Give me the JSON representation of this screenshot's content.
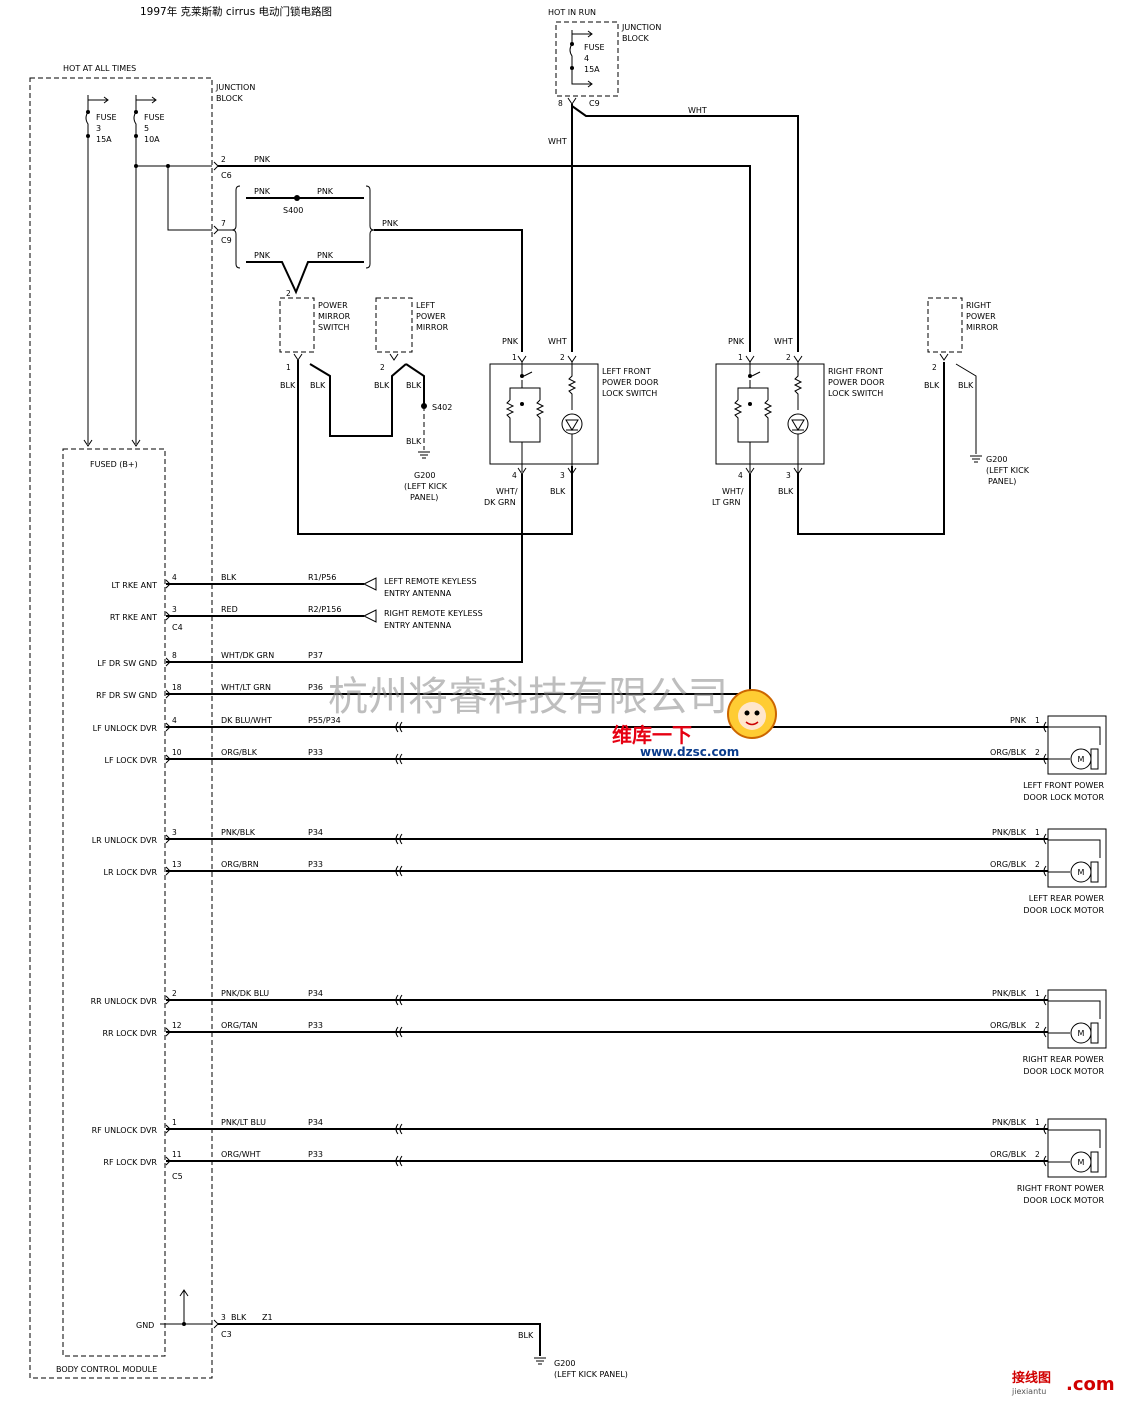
{
  "title": "1997年 克莱斯勒 cirrus 电动门锁电路图",
  "watermark": "杭州将睿科技有限公司",
  "logo": {
    "brand": "维库一下",
    "url": "www.dzsc.com",
    "corner_brand": "接线图",
    "corner_url": "jiexiantu",
    "corner_tld": ".com"
  },
  "power": {
    "hot_at_all_times": "HOT AT ALL TIMES",
    "hot_in_run": "HOT IN RUN",
    "junction_block": [
      "JUNCTION",
      "BLOCK"
    ],
    "fuse3": [
      "FUSE",
      "3",
      "15A"
    ],
    "fuse5": [
      "FUSE",
      "5",
      "10A"
    ],
    "fuse4": [
      "FUSE",
      "4",
      "15A"
    ],
    "pin_8": "8",
    "c9": "C9"
  },
  "wires": {
    "wht": "WHT",
    "pnk": "PNK",
    "blk": "BLK",
    "s400": "S400",
    "s402": "S402",
    "c6": "C6",
    "c9": "C9",
    "pin2": "2",
    "pin7": "7"
  },
  "components": {
    "power_mirror_switch": [
      "POWER",
      "MIRROR",
      "SWITCH"
    ],
    "left_power_mirror": [
      "LEFT",
      "POWER",
      "MIRROR"
    ],
    "right_power_mirror": [
      "RIGHT",
      "POWER",
      "MIRROR"
    ],
    "left_front_switch": [
      "LEFT FRONT",
      "POWER DOOR",
      "LOCK SWITCH"
    ],
    "right_front_switch": [
      "RIGHT FRONT",
      "POWER DOOR",
      "LOCK SWITCH"
    ],
    "g200": "G200",
    "g200_left_kick": [
      "(LEFT KICK",
      "PANEL)"
    ],
    "g200_bottom": [
      "G200",
      "(LEFT KICK PANEL)"
    ],
    "wht_dk_grn": [
      "WHT/",
      "DK GRN"
    ],
    "wht_lt_grn": [
      "WHT/",
      "LT GRN"
    ]
  },
  "bcm": {
    "fused": "FUSED (B+)",
    "name": "BODY CONTROL MODULE",
    "c4": "C4",
    "c5": "C5",
    "c3": "C3",
    "gnd_pin": "3",
    "gnd_color": "BLK",
    "gnd_circuit": "Z1",
    "gnd_label": "GND",
    "gnd_wire": "BLK"
  },
  "circuits": [
    {
      "label": "LT RKE ANT",
      "pin": "4",
      "color": "BLK",
      "circuit": "R1/P56",
      "target": [
        "LEFT REMOTE KEYLESS",
        "ENTRY ANTENNA"
      ]
    },
    {
      "label": "RT RKE ANT",
      "pin": "3",
      "color": "RED",
      "circuit": "R2/P156",
      "target": [
        "RIGHT REMOTE KEYLESS",
        "ENTRY ANTENNA"
      ]
    },
    {
      "label": "LF DR SW GND",
      "pin": "8",
      "color": "WHT/DK GRN",
      "circuit": "P37"
    },
    {
      "label": "RF DR SW GND",
      "pin": "18",
      "color": "WHT/LT GRN",
      "circuit": "P36"
    },
    {
      "label": "LF UNLOCK DVR",
      "pin": "4",
      "color": "DK BLU/WHT",
      "circuit": "P55/P34",
      "motor_color": "PNK",
      "motor_pin": "1"
    },
    {
      "label": "LF LOCK DVR",
      "pin": "10",
      "color": "ORG/BLK",
      "circuit": "P33",
      "motor_color": "ORG/BLK",
      "motor_pin": "2"
    },
    {
      "label": "LR UNLOCK DVR",
      "pin": "3",
      "color": "PNK/BLK",
      "circuit": "P34",
      "motor_color": "PNK/BLK",
      "motor_pin": "1"
    },
    {
      "label": "LR LOCK DVR",
      "pin": "13",
      "color": "ORG/BRN",
      "circuit": "P33",
      "motor_color": "ORG/BLK",
      "motor_pin": "2"
    },
    {
      "label": "RR UNLOCK DVR",
      "pin": "2",
      "color": "PNK/DK BLU",
      "circuit": "P34",
      "motor_color": "PNK/BLK",
      "motor_pin": "1"
    },
    {
      "label": "RR LOCK DVR",
      "pin": "12",
      "color": "ORG/TAN",
      "circuit": "P33",
      "motor_color": "ORG/BLK",
      "motor_pin": "2"
    },
    {
      "label": "RF UNLOCK DVR",
      "pin": "1",
      "color": "PNK/LT BLU",
      "circuit": "P34",
      "motor_color": "PNK/BLK",
      "motor_pin": "1"
    },
    {
      "label": "RF LOCK DVR",
      "pin": "11",
      "color": "ORG/WHT",
      "circuit": "P33",
      "motor_color": "ORG/BLK",
      "motor_pin": "2"
    }
  ],
  "motors": [
    {
      "name": [
        "LEFT FRONT POWER",
        "DOOR LOCK MOTOR"
      ],
      "symbol": "M"
    },
    {
      "name": [
        "LEFT REAR POWER",
        "DOOR LOCK MOTOR"
      ],
      "symbol": "M"
    },
    {
      "name": [
        "RIGHT REAR POWER",
        "DOOR LOCK MOTOR"
      ],
      "symbol": "M"
    },
    {
      "name": [
        "RIGHT FRONT POWER",
        "DOOR LOCK MOTOR"
      ],
      "symbol": "M"
    }
  ]
}
